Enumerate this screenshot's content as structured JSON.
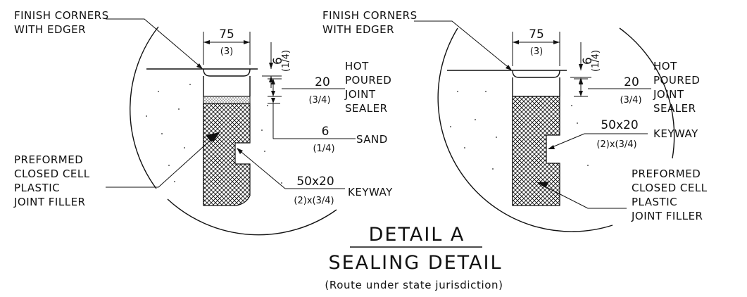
{
  "left_detail": {
    "finish_corners_1": "FINISH CORNERS",
    "finish_corners_2": "WITH EDGER",
    "width_mm": "75",
    "width_in": "(3)",
    "depth_mm": "6",
    "depth_in": "(1/4)",
    "sealer_mm": "20",
    "sealer_in": "(3/4)",
    "sealer_1": "HOT",
    "sealer_2": "POURED",
    "sealer_3": "JOINT",
    "sealer_4": "SEALER",
    "sand_mm": "6",
    "sand_in": "(1/4)",
    "sand_label": "SAND",
    "filler_1": "PREFORMED",
    "filler_2": "CLOSED CELL",
    "filler_3": "PLASTIC",
    "filler_4": "JOINT FILLER",
    "keyway_mm": "50x20",
    "keyway_in": "(2)x(3/4)",
    "keyway_label": "KEYWAY"
  },
  "right_detail": {
    "finish_corners_1": "FINISH CORNERS",
    "finish_corners_2": "WITH EDGER",
    "width_mm": "75",
    "width_in": "(3)",
    "depth_mm": "6",
    "depth_in": "(1/4)",
    "sealer_mm": "20",
    "sealer_in": "(3/4)",
    "sealer_1": "HOT",
    "sealer_2": "POURED",
    "sealer_3": "JOINT",
    "sealer_4": "SEALER",
    "keyway_mm": "50x20",
    "keyway_in": "(2)x(3/4)",
    "keyway_label": "KEYWAY",
    "filler_1": "PREFORMED",
    "filler_2": "CLOSED CELL",
    "filler_3": "PLASTIC",
    "filler_4": "JOINT FILLER"
  },
  "title": {
    "line1": "DETAIL A",
    "line2": "SEALING DETAIL",
    "note": "(Route under state jurisdiction)"
  }
}
